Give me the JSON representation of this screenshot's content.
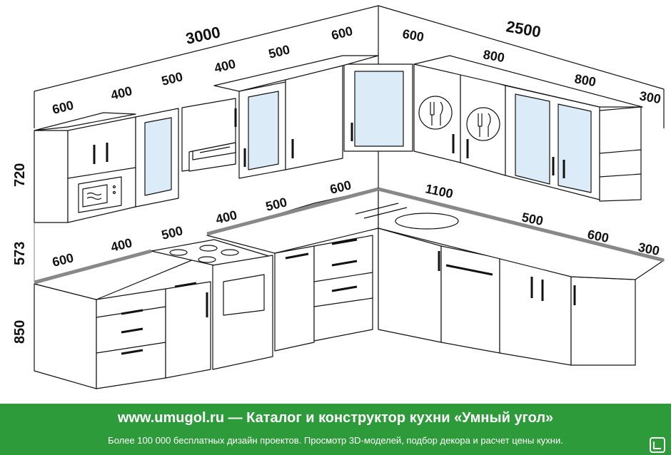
{
  "dimensions": {
    "top_total_left": "3000",
    "top_total_right": "2500",
    "upper": [
      "600",
      "400",
      "500",
      "400",
      "500",
      "600",
      "600",
      "800",
      "800",
      "300"
    ],
    "base_left": [
      "600",
      "400",
      "500",
      "400",
      "500",
      "600"
    ],
    "base_right": [
      "1100",
      "500",
      "600",
      "300"
    ],
    "heights": [
      "720",
      "573",
      "850"
    ]
  },
  "banner": {
    "title": "www.umugol.ru — Каталог и конструктор кухни «Умный угол»",
    "subtitle": "Более 100 000 бесплатных дизайн проектов. Просмотр 3D-моделей, подбор декора и расчет цены кухни."
  },
  "colors": {
    "banner_green": "#2e9b3a",
    "glass_blue": "#dcebf8",
    "line": "#111111"
  }
}
